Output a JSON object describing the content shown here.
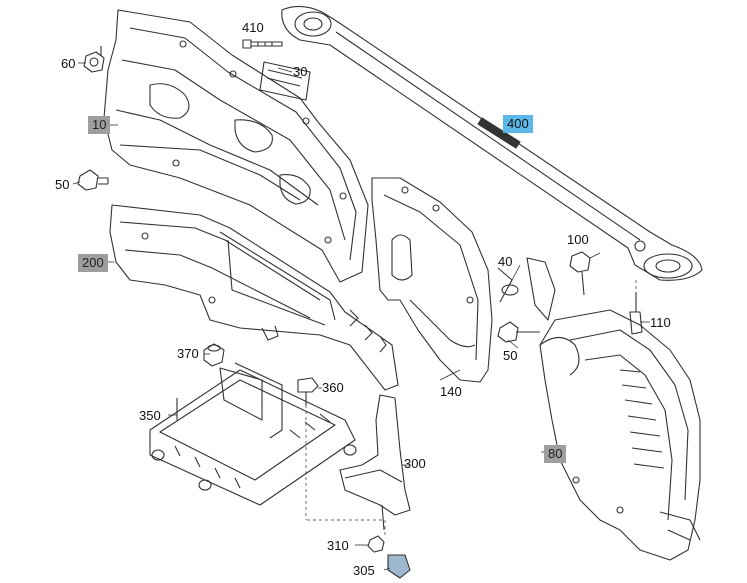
{
  "callouts": {
    "c60": "60",
    "c410": "410",
    "c30": "30",
    "c10": "10",
    "c400": "400",
    "c50a": "50",
    "c200": "200",
    "c100": "100",
    "c40": "40",
    "c110": "110",
    "c50b": "50",
    "c370": "370",
    "c360": "360",
    "c350": "350",
    "c140": "140",
    "c300": "300",
    "c80": "80",
    "c310": "310",
    "c305": "305"
  },
  "colors": {
    "line": "#333333",
    "grey_tag": "#9e9e9e",
    "blue_tag": "#5bb8e8"
  }
}
